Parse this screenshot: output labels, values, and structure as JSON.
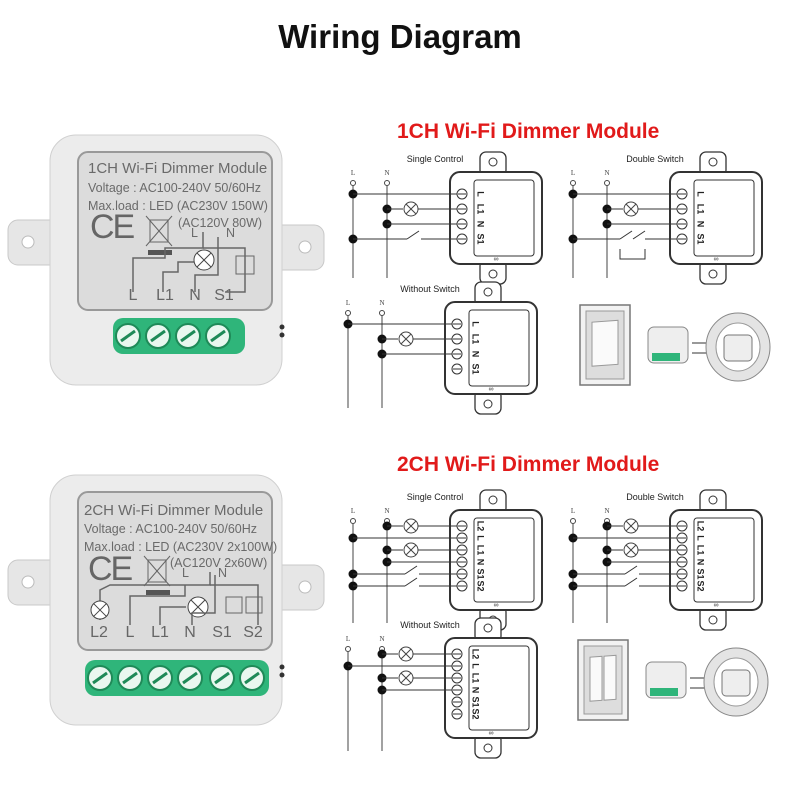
{
  "title": "Wiring Diagram",
  "colors": {
    "heading": "#e11a1a",
    "terminal_green": "#2fb57a",
    "device_body": "#ececec",
    "panel": "#dcdcdc"
  },
  "modules": [
    {
      "heading": "1CH Wi-Fi Dimmer Module",
      "device": {
        "name": "1CH Wi-Fi Dimmer Module",
        "voltage": "Voltage : AC100-240V 50/60Hz",
        "maxload": "Max.load : LED (AC230V 150W)",
        "maxload2": "(AC120V 80W)",
        "ce": "CE",
        "source_labels": [
          "L",
          "N"
        ],
        "terminals": [
          "L",
          "L1",
          "N",
          "S1"
        ]
      },
      "schematics": [
        {
          "label": "Single Control",
          "lines": [
            "L",
            "N"
          ],
          "terminals": [
            "L",
            "L1",
            "N",
            "S1"
          ]
        },
        {
          "label": "Double Switch",
          "lines": [
            "L",
            "N"
          ],
          "terminals": [
            "L",
            "L1",
            "N",
            "S1"
          ]
        },
        {
          "label": "Without Switch",
          "lines": [
            "L",
            "N"
          ],
          "terminals": [
            "L",
            "L1",
            "N",
            "S1"
          ]
        }
      ]
    },
    {
      "heading": "2CH Wi-Fi Dimmer Module",
      "device": {
        "name": "2CH Wi-Fi Dimmer Module",
        "voltage": "Voltage : AC100-240V 50/60Hz",
        "maxload": "Max.load : LED (AC230V 2x100W)",
        "maxload2": "(AC120V 2x60W)",
        "ce": "CE",
        "source_labels": [
          "L",
          "N"
        ],
        "terminals": [
          "L2",
          "L",
          "L1",
          "N",
          "S1",
          "S2"
        ]
      },
      "schematics": [
        {
          "label": "Single Control",
          "lines": [
            "L",
            "N"
          ],
          "terminals": [
            "L2",
            "L",
            "L1",
            "N",
            "S1",
            "S2"
          ]
        },
        {
          "label": "Double Switch",
          "lines": [
            "L",
            "N"
          ],
          "terminals": [
            "L2",
            "L",
            "L1",
            "N",
            "S1",
            "S2"
          ]
        },
        {
          "label": "Without Switch",
          "lines": [
            "L",
            "N"
          ],
          "terminals": [
            "L2",
            "L",
            "L1",
            "N",
            "S1",
            "S2"
          ]
        }
      ]
    }
  ]
}
